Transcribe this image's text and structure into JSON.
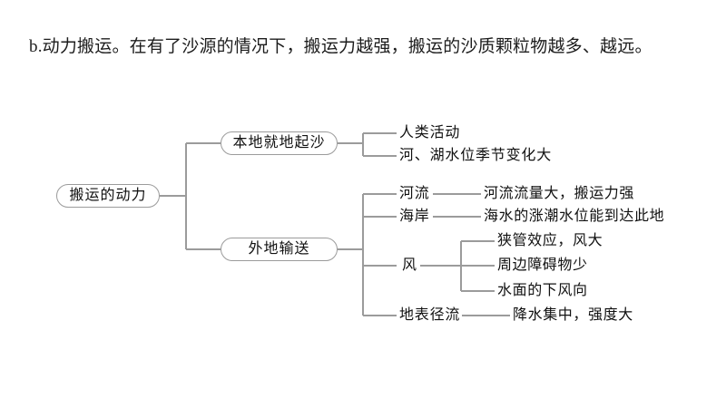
{
  "paragraph": {
    "lead": "b.",
    "text": "动力搬运。在有了沙源的情况下，搬运力越强，搬运的沙质颗粒物越多、越远。"
  },
  "diagram": {
    "type": "tree",
    "orientation": "left-to-right",
    "root": {
      "label": "搬运的动力",
      "boxed": true
    },
    "branches": [
      {
        "label": "本地就地起沙",
        "boxed": true,
        "children": [
          {
            "label": "人类活动",
            "boxed": false
          },
          {
            "label": "河、湖水位季节变化大",
            "boxed": false
          }
        ]
      },
      {
        "label": "外地输送",
        "boxed": true,
        "children": [
          {
            "label": "河流",
            "boxed": false,
            "detail": "河流流量大，搬运力强"
          },
          {
            "label": "海岸",
            "boxed": false,
            "detail": "海水的涨潮水位能到达此地"
          },
          {
            "label": "风",
            "boxed": false,
            "children": [
              {
                "label": "狭管效应，风大"
              },
              {
                "label": "周边障碍物少"
              },
              {
                "label": "水面的下风向"
              }
            ]
          },
          {
            "label": "地表径流",
            "boxed": false,
            "detail": "降水集中，强度大"
          }
        ]
      }
    ],
    "style": {
      "line_color": "#9b9b9b",
      "box_border_color": "#9b9b9b",
      "background": "#ffffff",
      "text_color": "#111111"
    }
  }
}
